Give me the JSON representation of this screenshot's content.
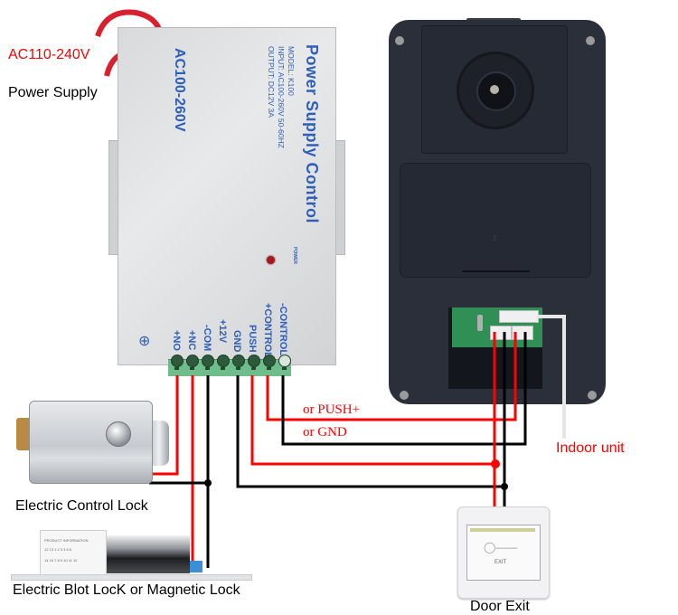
{
  "labels": {
    "ac_voltage": "AC110-240V",
    "power_supply": "Power Supply",
    "indoor_unit": "Indoor unit",
    "electric_control_lock": "Electric Control Lock",
    "electric_bolt_lock": "Electric Blot LocK or Magnetic Lock",
    "door_exit": "Door Exit",
    "or_push_plus": "or PUSH+",
    "or_gnd": "or GND"
  },
  "power_supply_unit": {
    "title": "Power Supply Control",
    "voltage_range": "AC100-260V",
    "model_line": "MODEL: K100",
    "input_line": "INPUT: AC100-260V 50-60HZ",
    "output_line": "OUTPUT: DC12V 3A",
    "power_led_label": "POWER",
    "terminals": [
      "+NO",
      "+NC",
      "-COM",
      "+12V",
      "GND",
      "PUSH",
      "+CONTROL",
      "-CONTROL"
    ]
  },
  "bolt_lock": {
    "info_title": "PRODUCT INFORMATION",
    "info_row1": "12 13 1 2 3 4 5 6",
    "info_row2": "14 15 7 8 9 10 11 12"
  },
  "door_exit_button": {
    "label": "EXIT"
  },
  "colors": {
    "positive_wire": "#ff0000",
    "negative_wire": "#000000",
    "signal_wire": "#e6e6e6",
    "label_red": "#ff0000",
    "print_blue": "#2f5fb8"
  }
}
